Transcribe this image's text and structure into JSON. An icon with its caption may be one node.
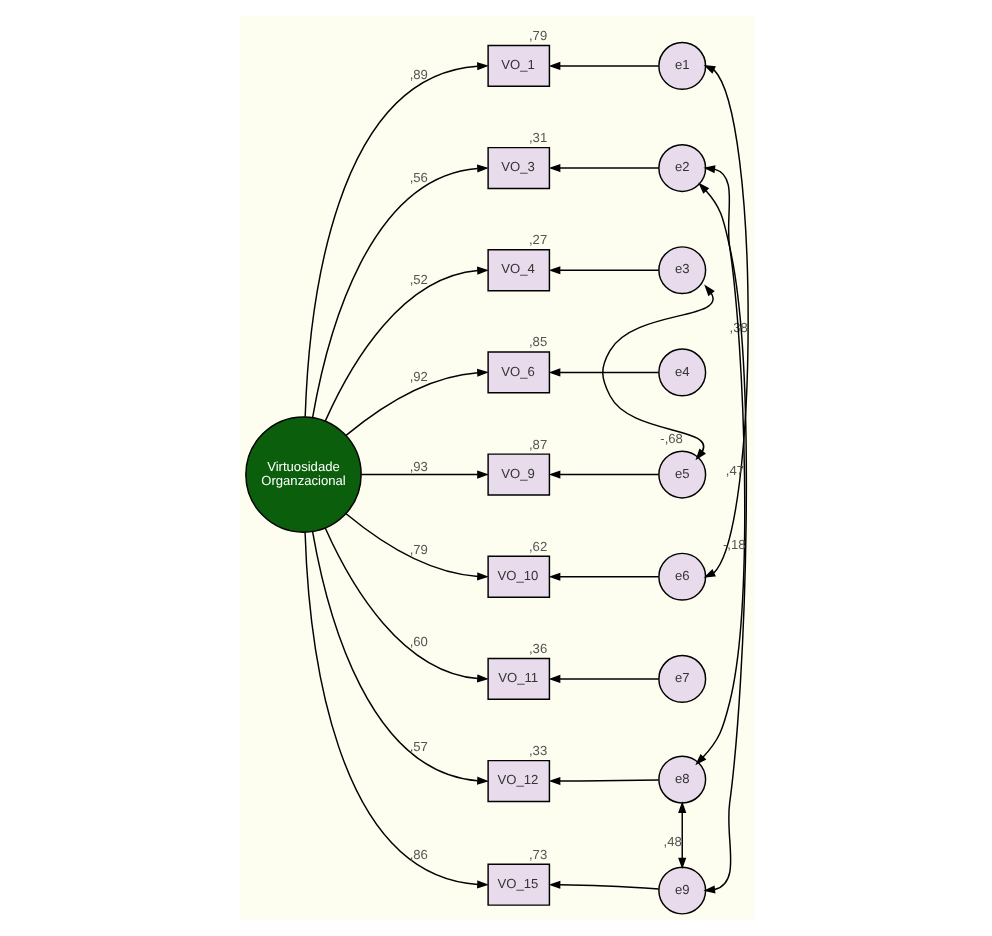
{
  "diagram": {
    "nodes": [
      {
        "text": [
          "Virtuosidade Organzacional"
        ]
      },
      {
        "text": [
          "VO_1"
        ],
        "beside": [
          ",79"
        ]
      },
      {
        "text": [
          "VO_3"
        ],
        "beside": [
          ",31"
        ]
      },
      {
        "text": [
          "VO_4"
        ],
        "beside": [
          ",27"
        ]
      },
      {
        "text": [
          "VO_6"
        ],
        "beside": [
          ",85"
        ]
      },
      {
        "text": [
          "VO_9"
        ],
        "beside": [
          ",87"
        ]
      },
      {
        "text": [
          "VO_10"
        ],
        "beside": [
          ",62"
        ]
      },
      {
        "text": [
          "VO_11"
        ],
        "beside": [
          ",36"
        ]
      },
      {
        "text": [
          "VO_12"
        ],
        "beside": [
          ",33"
        ]
      },
      {
        "text": [
          "VO_15"
        ],
        "beside": [
          ",73"
        ]
      },
      {
        "text": [
          "e1"
        ]
      },
      {
        "text": [
          "e2"
        ]
      },
      {
        "text": [
          "e3"
        ]
      },
      {
        "text": [
          "e4"
        ]
      },
      {
        "text": [
          "e5"
        ]
      },
      {
        "text": [
          "e6"
        ]
      },
      {
        "text": [
          "e7"
        ]
      },
      {
        "text": [
          "e8"
        ]
      },
      {
        "text": [
          "e9"
        ]
      }
    ],
    "edges": [
      {
        "from": 0,
        "to": 1,
        "arrow": "to",
        "label": ",89"
      },
      {
        "from": 0,
        "to": 2,
        "arrow": "to",
        "label": ",56"
      },
      {
        "from": 0,
        "to": 3,
        "arrow": "to",
        "label": ",52"
      },
      {
        "from": 0,
        "to": 4,
        "arrow": "to",
        "label": ",92"
      },
      {
        "from": 0,
        "to": 5,
        "arrow": "to",
        "label": ",93"
      },
      {
        "from": 0,
        "to": 6,
        "arrow": "to",
        "label": ",79"
      },
      {
        "from": 0,
        "to": 7,
        "arrow": "to",
        "label": ",60"
      },
      {
        "from": 0,
        "to": 8,
        "arrow": "to",
        "label": ",57"
      },
      {
        "from": 0,
        "to": 9,
        "arrow": "to",
        "label": ",86"
      },
      {
        "from": 10,
        "to": 1,
        "arrow": "to"
      },
      {
        "from": 11,
        "to": 2,
        "arrow": "to"
      },
      {
        "from": 12,
        "to": 3,
        "arrow": "to"
      },
      {
        "from": 13,
        "to": 4,
        "arrow": "to"
      },
      {
        "from": 14,
        "to": 5,
        "arrow": "to"
      },
      {
        "from": 15,
        "to": 6,
        "arrow": "to"
      },
      {
        "from": 16,
        "to": 7,
        "arrow": "to"
      },
      {
        "from": 17,
        "to": 8,
        "arrow": "to"
      },
      {
        "from": 18,
        "to": 9,
        "arrow": "to"
      },
      {
        "from": 10,
        "to": 15,
        "arrow": "both",
        "label": ",38"
      },
      {
        "from": 12,
        "to": 14,
        "arrow": "both",
        "label": "-,68"
      },
      {
        "from": 11,
        "to": 17,
        "arrow": "both",
        "label": ",47"
      },
      {
        "from": 11,
        "to": 18,
        "arrow": "both",
        "label": "-,18"
      },
      {
        "from": 17,
        "to": 18,
        "arrow": "both",
        "label": ",48"
      }
    ]
  }
}
